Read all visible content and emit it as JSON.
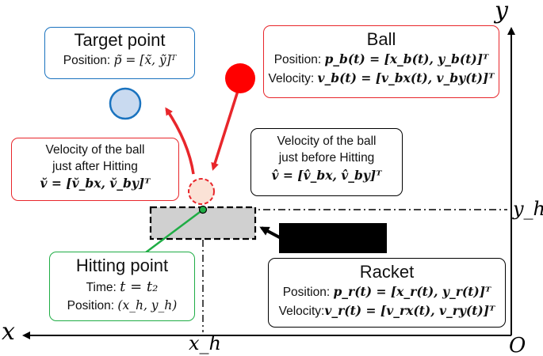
{
  "colors": {
    "ball": "#ff0000",
    "ball_outline": "#e8262b",
    "target_fill": "#c9daf0",
    "target_outline": "#1a73bf",
    "hitting_point": "#1fad45",
    "racket": "#000000",
    "racket_shadow_fill": "#d0d0d0"
  },
  "axes": {
    "x": "x",
    "y": "y",
    "origin": "O",
    "xh": "x_h",
    "yh": "y_h"
  },
  "target": {
    "title": "Target point",
    "position_label": "Position: ",
    "position_expr": "p̃ = [x̃, ỹ]ᵀ"
  },
  "ball": {
    "title": "Ball",
    "position_label": "Position: ",
    "position_expr": "p_b(t) = [x_b(t), y_b(t)]ᵀ",
    "velocity_label": "Velocity: ",
    "velocity_expr": "v_b(t) = [v_bx(t), v_by(t)]ᵀ"
  },
  "after_hit": {
    "line1": "Velocity of the ball",
    "line2": "just after Hitting",
    "expr": "v̆ = [v̆_bx, v̆_by]ᵀ"
  },
  "before_hit": {
    "line1": "Velocity of the ball",
    "line2": "just before Hitting",
    "expr": "v̂ = [v̂_bx, v̂_by]ᵀ"
  },
  "hitting": {
    "title": "Hitting point",
    "time_label": "Time: ",
    "time_expr": "t = t₂",
    "position_label": "Position: ",
    "position_expr": "(x_h, y_h)"
  },
  "racket": {
    "title": "Racket",
    "position_label": "Position: ",
    "position_expr": "p_r(t) = [x_r(t), y_r(t)]ᵀ",
    "velocity_label": "Velocity:",
    "velocity_expr": "v_r(t) = [v_rx(t), v_ry(t)]ᵀ"
  }
}
